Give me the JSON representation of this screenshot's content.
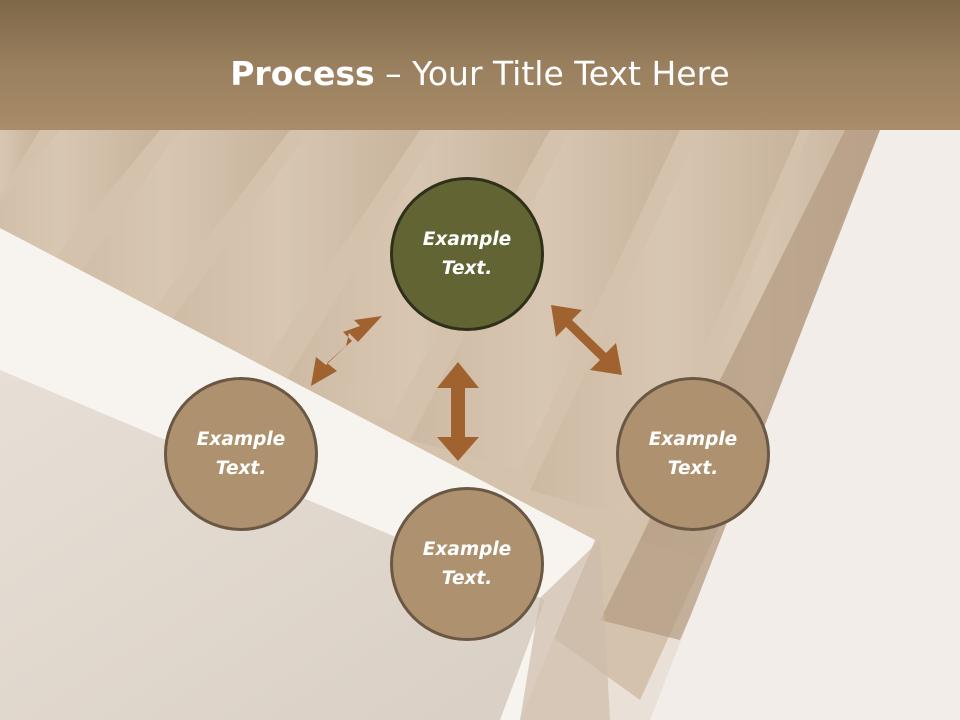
{
  "slide": {
    "title_bold": "Process",
    "title_rest": " – Your Title Text Here"
  },
  "diagram": {
    "center": {
      "line1": "Example",
      "line2": "Text."
    },
    "left": {
      "line1": "Example",
      "line2": "Text."
    },
    "bottom": {
      "line1": "Example",
      "line2": "Text."
    },
    "right": {
      "line1": "Example",
      "line2": "Text."
    }
  },
  "colors": {
    "header": "#9b8160",
    "center_fill": "#626434",
    "node_fill": "#ae926f",
    "arrow": "#a0622e"
  }
}
